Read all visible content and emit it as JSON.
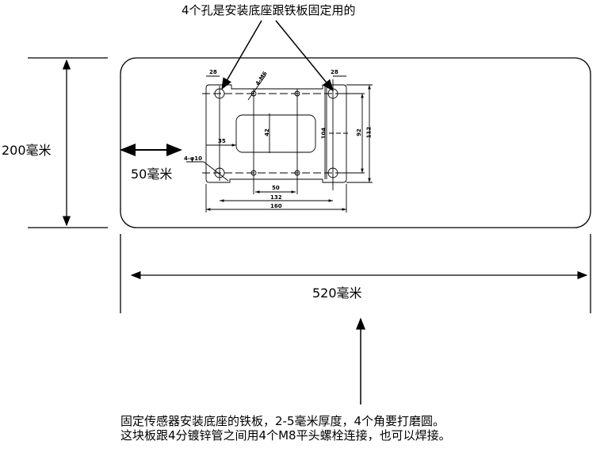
{
  "top_note": "4个孔是安装底座跟铁板固定用的",
  "dims": {
    "height": "200毫米",
    "offset": "50毫米",
    "width": "520毫米"
  },
  "base_drawing": {
    "hole_spacing_left": "28",
    "hole_spacing_right": "28",
    "small_holes": "4-M6",
    "window_height": "42",
    "window_offset": "35",
    "large_holes": "4-φ10",
    "inner_height": "104",
    "hole_vertical": "92",
    "outer_height": "112",
    "small_hole_spacing": "50",
    "large_hole_spacing": "132",
    "outer_width": "160"
  },
  "bottom_note": {
    "line1": "固定传感器安装底座的铁板，2-5毫米厚度，4个角要打磨圆。",
    "line2": "这块板跟4分镀锌管之间用4个M8平头螺栓连接，也可以焊接。"
  }
}
